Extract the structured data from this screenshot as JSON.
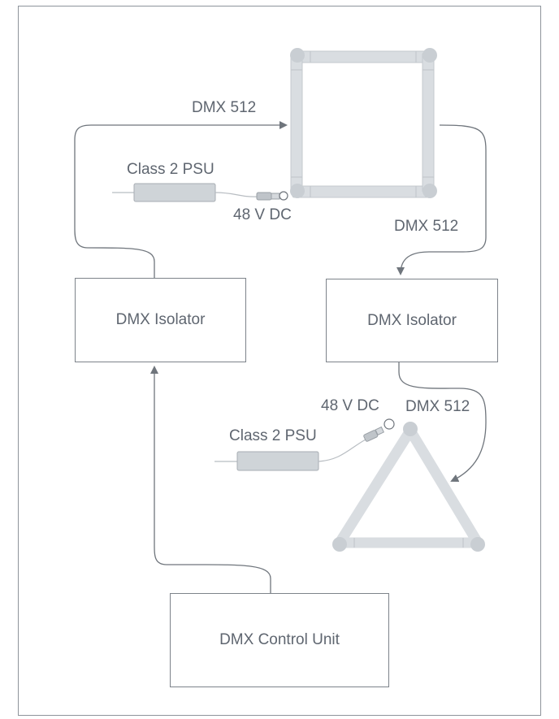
{
  "diagram": {
    "isolator_left_label": "DMX Isolator",
    "isolator_right_label": "DMX Isolator",
    "control_unit_label": "DMX Control Unit",
    "dmx_label_top": "DMX 512",
    "dmx_label_right": "DMX 512",
    "dmx_label_lower": "DMX 512",
    "psu_label_top": "Class 2 PSU",
    "psu_label_lower": "Class 2 PSU",
    "voltage_label_top": "48 V DC",
    "voltage_label_lower": "48 V DC"
  },
  "colors": {
    "line": "#6f757c",
    "fixture": "#d9dde1",
    "fixture_joint": "#c9ced3",
    "psu": "#cfd4d8",
    "border": "#8e949b"
  }
}
